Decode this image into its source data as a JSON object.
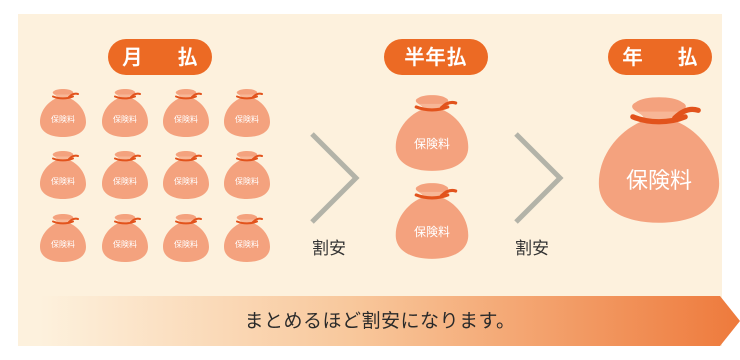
{
  "groups": {
    "monthly": {
      "title": "月 払",
      "bag_label": "保険料",
      "bag_count": 12
    },
    "half_yearly": {
      "title": "半年払",
      "bag_label": "保険料",
      "bag_count": 2
    },
    "yearly": {
      "title": "年 払",
      "bag_label": "保険料",
      "bag_count": 1
    }
  },
  "comparisons": [
    "割安",
    "割安"
  ],
  "banner": {
    "text": "まとめるほど割安になります。"
  },
  "colors": {
    "panel_bg": "#fdf1dd",
    "accent": "#ec6a24",
    "bag_fill": "#f4a27e",
    "bag_neck": "#f7b696",
    "tie": "#e2531c",
    "chevron": "#b3b3a8"
  }
}
